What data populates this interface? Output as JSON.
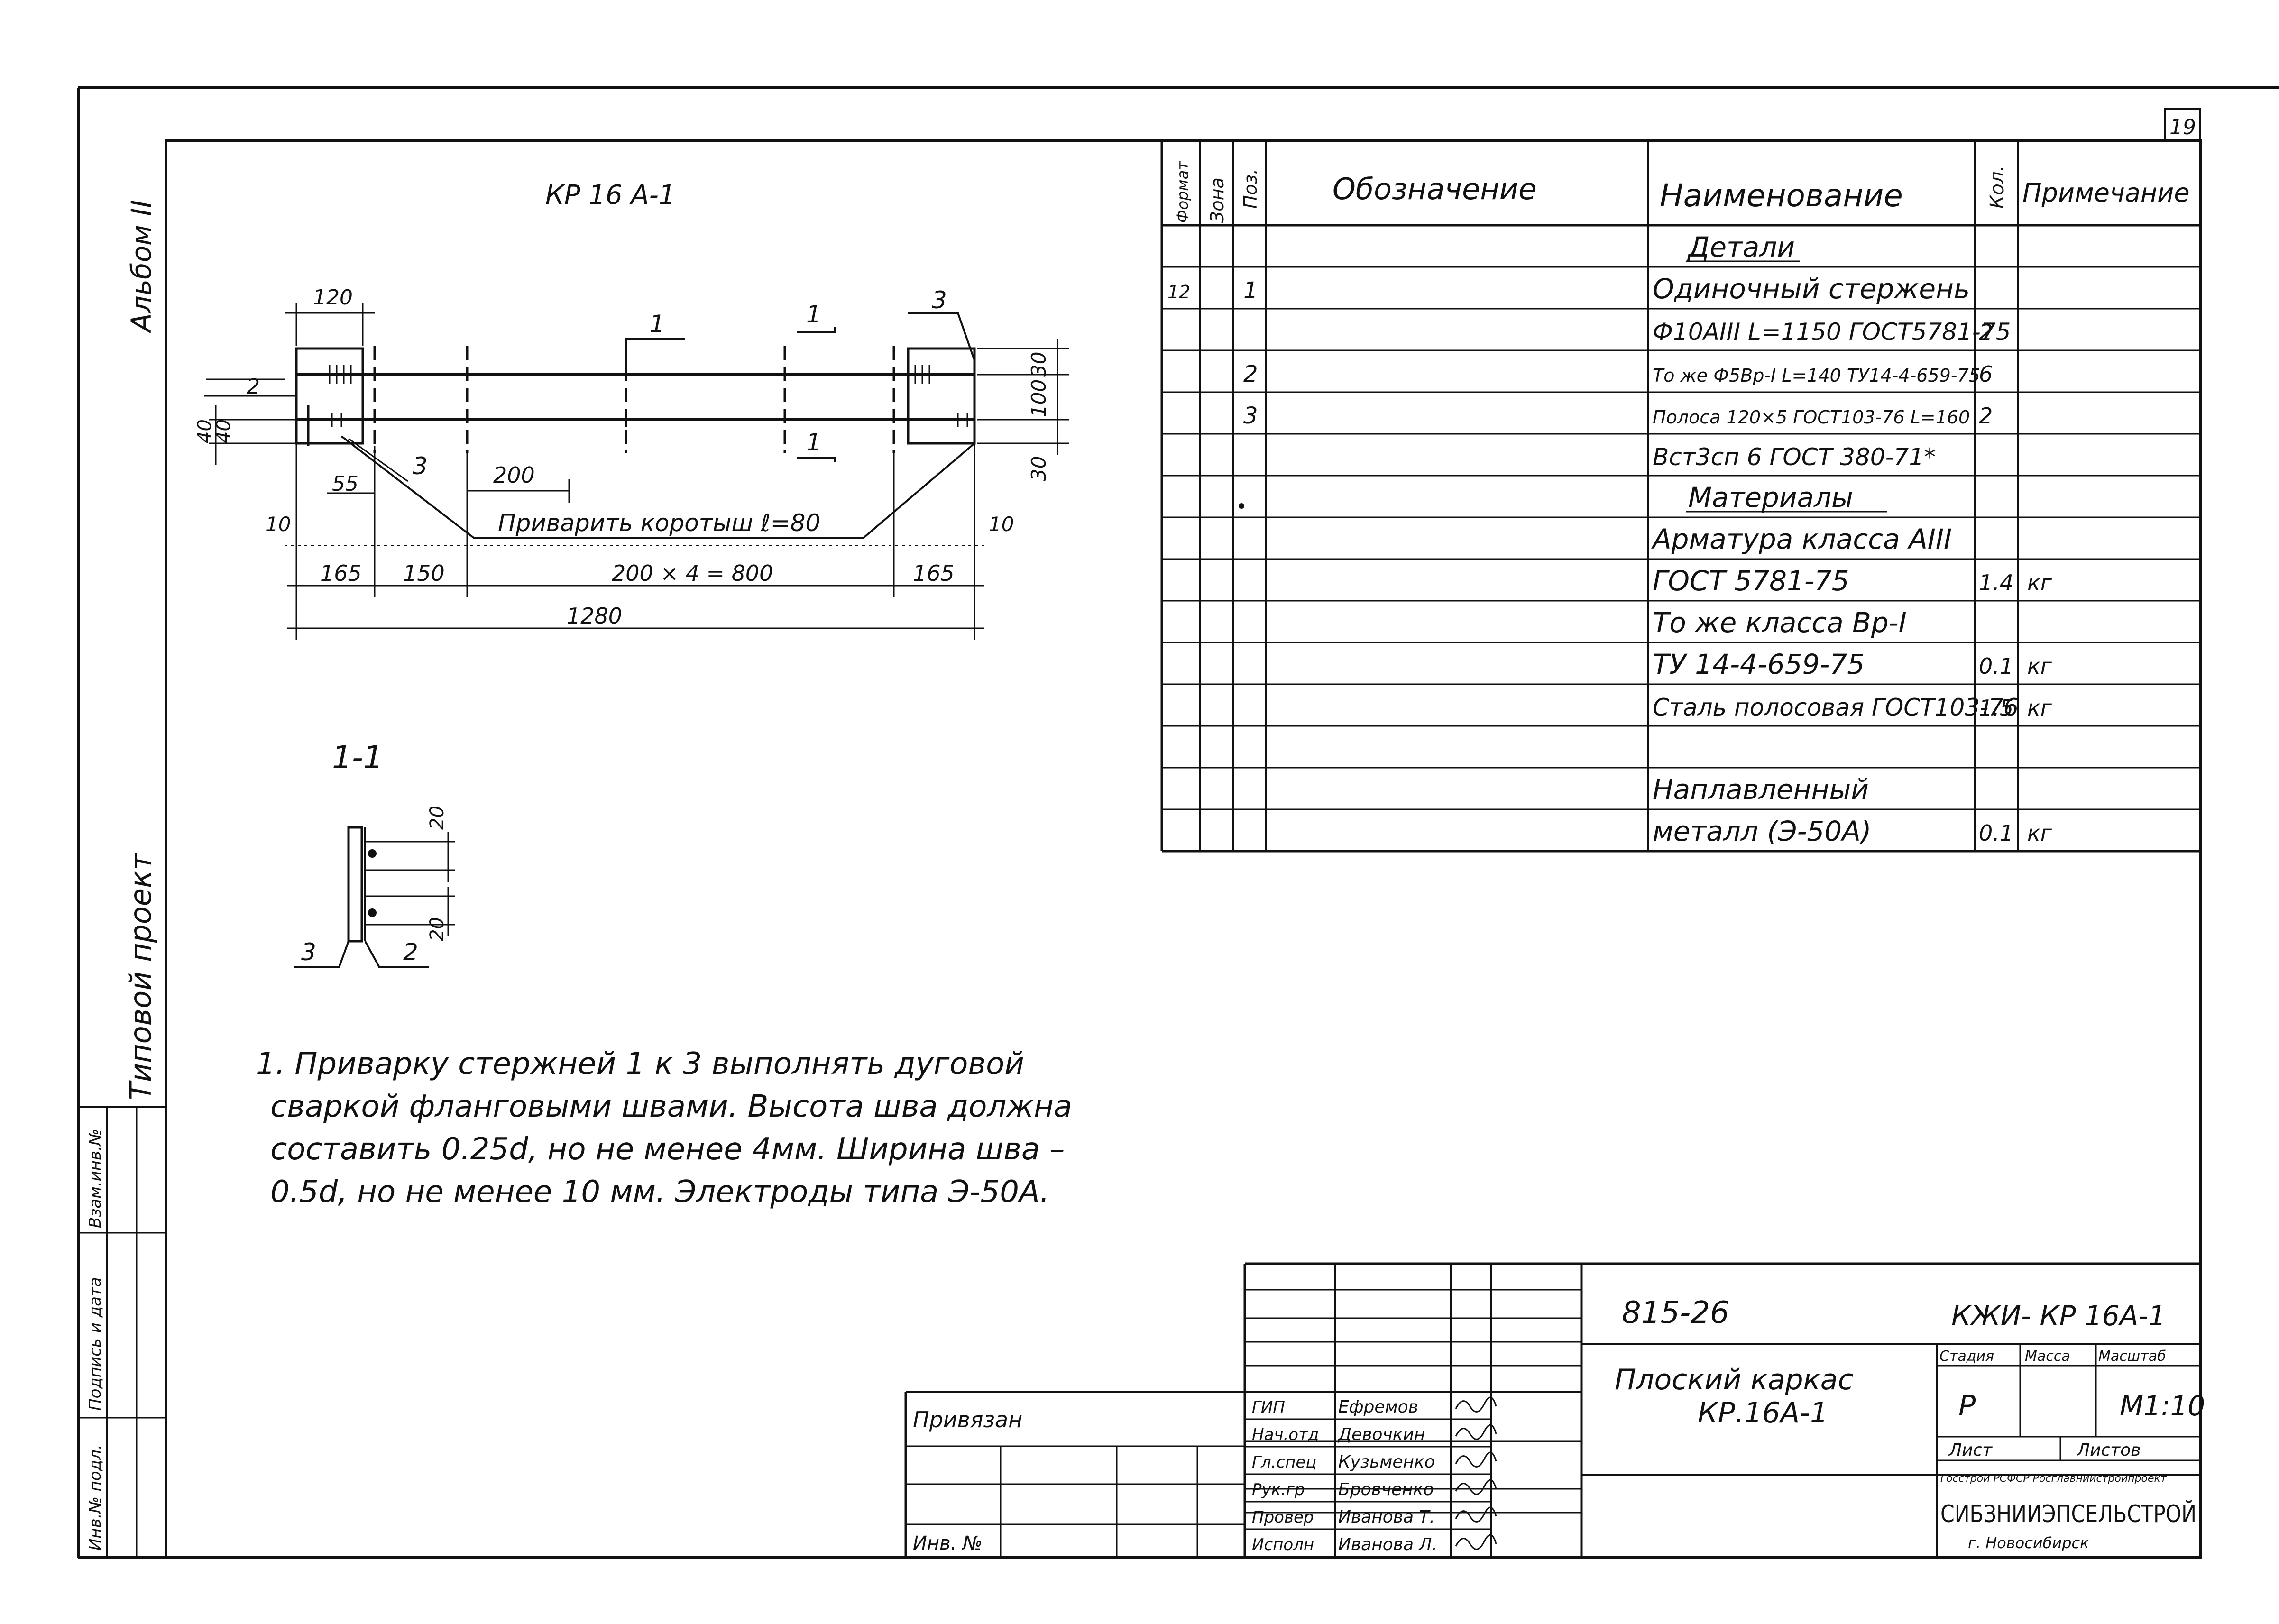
{
  "sheet": {
    "number": "19",
    "album": "Альбом II",
    "project_type": "Типовой проект",
    "side_columns": [
      "Инв.№ подл.",
      "Подпись и дата",
      "Взам.инв.№"
    ]
  },
  "drawing": {
    "title": "КР 16 А-1",
    "dims": {
      "top_120": "120",
      "left_2": "2",
      "left_40a": "40",
      "left_40b": "40",
      "bot_55": "55",
      "mid_3": "3",
      "mid_200": "200",
      "left_10": "10",
      "right_10": "10",
      "d165a": "165",
      "d150": "150",
      "d800": "200 × 4 = 800",
      "d165b": "165",
      "d1280": "1280",
      "r30a": "30",
      "r100": "100",
      "r30b": "30",
      "cut1a": "1",
      "cut1b": "1",
      "cut1c": "1",
      "lead3": "3"
    },
    "weld_note": "Приварить коротыш ℓ=80"
  },
  "section": {
    "title": "1-1",
    "dim_a": "20",
    "dim_b": "20",
    "pos3": "3",
    "pos2": "2"
  },
  "notes": {
    "line1": "1. Приварку  стержней 1 к 3 выполнять дуговой",
    "line2": "сваркой фланговыми швами. Высота шва должна",
    "line3": "составить  0.25d, но не менее 4мм. Ширина шва –",
    "line4": "0.5d, но не менее 10 мм. Электроды типа  Э-50А."
  },
  "spec": {
    "headers": {
      "format": "Формат",
      "zone": "Зона",
      "pos": "Поз.",
      "designation": "Обозначение",
      "name": "Наименование",
      "qty": "Кол.",
      "note": "Примечание"
    },
    "rows": [
      {
        "format": "",
        "pos": "",
        "name": "Детали",
        "qty": "",
        "note": ""
      },
      {
        "format": "12",
        "pos": "1",
        "name": "Одиночный стержень",
        "qty": "",
        "note": ""
      },
      {
        "format": "",
        "pos": "",
        "name": "Ф10АIII L=1150 ГОСТ5781-75",
        "qty": "2",
        "note": ""
      },
      {
        "format": "",
        "pos": "2",
        "name": "То же Ф5Вр-I L=140 ТУ14-4-659-75",
        "qty": "6",
        "note": ""
      },
      {
        "format": "",
        "pos": "3",
        "name": "Полоса 120×5 ГОСТ103-76 L=160",
        "qty": "2",
        "note": ""
      },
      {
        "format": "",
        "pos": "",
        "name": "Вст3сп 6 ГОСТ 380-71*",
        "qty": "",
        "note": ""
      },
      {
        "format": "",
        "pos": "",
        "name": "Материалы",
        "qty": "",
        "note": ""
      },
      {
        "format": "",
        "pos": "",
        "name": "Арматура класса АIII",
        "qty": "",
        "note": ""
      },
      {
        "format": "",
        "pos": "",
        "name": "ГОСТ 5781-75",
        "qty": "1.4",
        "note": "кг"
      },
      {
        "format": "",
        "pos": "",
        "name": "То же класса Вр-I",
        "qty": "",
        "note": ""
      },
      {
        "format": "",
        "pos": "",
        "name": "ТУ 14-4-659-75",
        "qty": "0.1",
        "note": "кг"
      },
      {
        "format": "",
        "pos": "",
        "name": "Сталь полосовая ГОСТ103-76",
        "qty": "1.5",
        "note": "кг"
      },
      {
        "format": "",
        "pos": "",
        "name": "",
        "qty": "",
        "note": ""
      },
      {
        "format": "",
        "pos": "",
        "name": "Наплавленный",
        "qty": "",
        "note": ""
      },
      {
        "format": "",
        "pos": "",
        "name": "металл    (Э-50А)",
        "qty": "0.1",
        "note": "кг"
      }
    ]
  },
  "titleblock": {
    "doc_number": "815-26",
    "code": "КЖИ- КР 16А-1",
    "title_line1": "Плоский каркас",
    "title_line2": "КР.16А-1",
    "stage_label": "Стадия",
    "mass_label": "Масса",
    "scale_label": "Масштаб",
    "stage": "Р",
    "scale": "М1:10",
    "sheet_label": "Лист",
    "sheets_label": "Листов",
    "org1": "Госстрой РСФСР Росглавниистройпроект",
    "org2": "СИБЗНИИЭПСЕЛЬСТРОЙ",
    "org3": "г. Новосибирск",
    "bound": "Привязан",
    "inv": "Инв. №",
    "staff": [
      {
        "role": "ГИП",
        "name": "Ефремов"
      },
      {
        "role": "Нач.отд",
        "name": "Девочкин"
      },
      {
        "role": "Гл.спец",
        "name": "Кузьменко"
      },
      {
        "role": "Рук.гр",
        "name": "Бровченко"
      },
      {
        "role": "Провер",
        "name": "Иванова Т."
      },
      {
        "role": "Исполн",
        "name": "Иванова Л."
      }
    ]
  }
}
